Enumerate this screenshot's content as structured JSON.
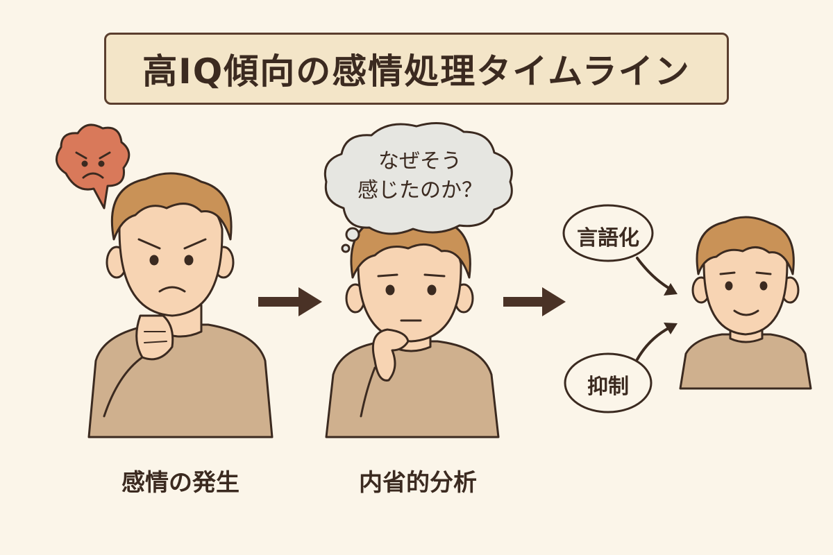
{
  "title": "高IQ傾向の感情処理タイムライン",
  "stages": [
    {
      "label": "感情の発生"
    },
    {
      "label": "内省的分析"
    }
  ],
  "thought_bubble": {
    "line1": "なぜそう",
    "line2": "感じたのか？"
  },
  "outcome_labels": {
    "verbalize": "言語化",
    "suppress": "抑制"
  },
  "colors": {
    "background": "#fbf5e9",
    "title_fill": "#f3e5c8",
    "outline": "#3b2a20",
    "hair": "#c99257",
    "skin": "#f7d4b3",
    "shirt": "#cfb08e",
    "anger_cloud": "#d9795a",
    "thought_cloud": "#e6e6e1"
  },
  "icons": [
    "anger-face-icon",
    "thought-bubble-icon",
    "arrow-right-icon"
  ]
}
